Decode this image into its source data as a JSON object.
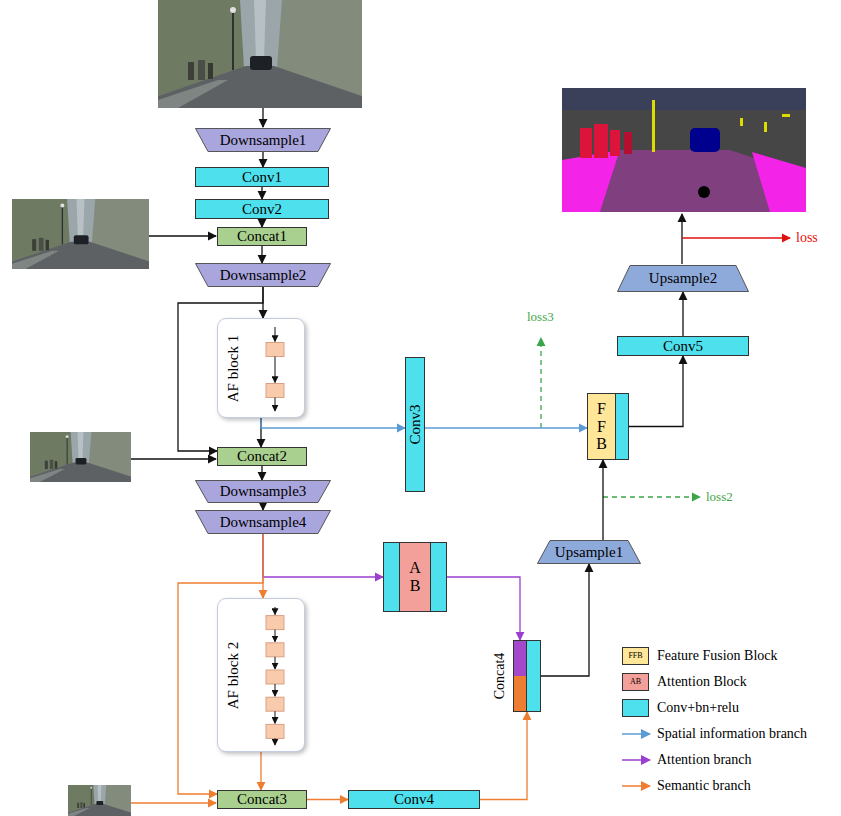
{
  "diagram": {
    "nodes": [
      {
        "text": [
          "Downsample1"
        ]
      },
      {
        "text": [
          "Conv1"
        ]
      },
      {
        "text": [
          "Conv2"
        ]
      },
      {
        "text": [
          "Concat1"
        ]
      },
      {
        "text": [
          "Downsample2"
        ]
      },
      {
        "text": [
          "AF block 1"
        ]
      },
      {
        "text": [
          "Concat2"
        ]
      },
      {
        "text": [
          "Downsample3"
        ]
      },
      {
        "text": [
          "Downsample4"
        ]
      },
      {
        "text": [
          "AB"
        ]
      },
      {
        "text": [
          "AF block 2"
        ]
      },
      {
        "text": [
          "Concat3"
        ]
      },
      {
        "text": [
          "Conv4"
        ]
      },
      {
        "text": [
          "Conv3"
        ]
      },
      {
        "text": [
          "Concat4"
        ]
      },
      {
        "text": [
          "Upsample1"
        ]
      },
      {
        "text": [
          "FFB"
        ]
      },
      {
        "text": [
          "Conv5"
        ]
      },
      {
        "text": [
          "Upsample2"
        ]
      }
    ],
    "edges": [
      {
        "from": 0,
        "to": 1,
        "arrow": "to"
      },
      {
        "from": 1,
        "to": 2,
        "arrow": "to"
      },
      {
        "from": 2,
        "to": 3,
        "arrow": "to"
      },
      {
        "from": 3,
        "to": 4,
        "arrow": "to"
      },
      {
        "from": 4,
        "to": 5,
        "arrow": "to"
      },
      {
        "from": 4,
        "to": 6,
        "arrow": "to"
      },
      {
        "from": 5,
        "to": 6,
        "arrow": "to"
      },
      {
        "from": 5,
        "to": 13,
        "arrow": "to"
      },
      {
        "from": 13,
        "to": 16,
        "arrow": "to"
      },
      {
        "from": 6,
        "to": 7,
        "arrow": "to"
      },
      {
        "from": 7,
        "to": 8,
        "arrow": "to"
      },
      {
        "from": 8,
        "to": 10,
        "arrow": "to"
      },
      {
        "from": 8,
        "to": 9,
        "arrow": "to"
      },
      {
        "from": 8,
        "to": 11,
        "arrow": "to"
      },
      {
        "from": 10,
        "to": 11,
        "arrow": "to"
      },
      {
        "from": 11,
        "to": 12,
        "arrow": "to"
      },
      {
        "from": 12,
        "to": 14,
        "arrow": "to"
      },
      {
        "from": 9,
        "to": 14,
        "arrow": "to"
      },
      {
        "from": 14,
        "to": 15,
        "arrow": "to"
      },
      {
        "from": 15,
        "to": 16,
        "arrow": "to"
      },
      {
        "from": 16,
        "to": 17,
        "arrow": "to"
      },
      {
        "from": 17,
        "to": 18,
        "arrow": "to"
      }
    ],
    "labels": [
      "loss3",
      "loss2",
      "loss",
      "FFB",
      "AB"
    ],
    "legend": [
      {
        "text": "Feature Fusion Block",
        "color": "#ffe699"
      },
      {
        "text": "Attention Block",
        "color": "#f4a09a"
      },
      {
        "text": "Conv+bn+relu",
        "color": "#4fe0ee"
      },
      {
        "text": "Spatial information branch"
      },
      {
        "text": "Attention branch"
      },
      {
        "text": "Semantic branch"
      }
    ]
  }
}
